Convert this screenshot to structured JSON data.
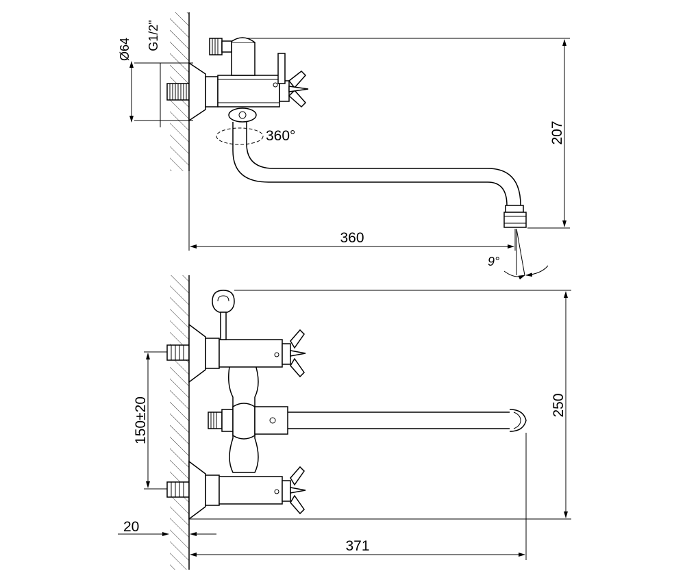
{
  "top_view": {
    "dims": {
      "dia": "Ø64",
      "thread": "G1/2\"",
      "rotation": "360°",
      "reach": "360",
      "height": "207",
      "angle": "9°"
    }
  },
  "front_view": {
    "dims": {
      "center_distance": "150±20",
      "height": "250",
      "reach": "371",
      "offset": "20"
    }
  }
}
